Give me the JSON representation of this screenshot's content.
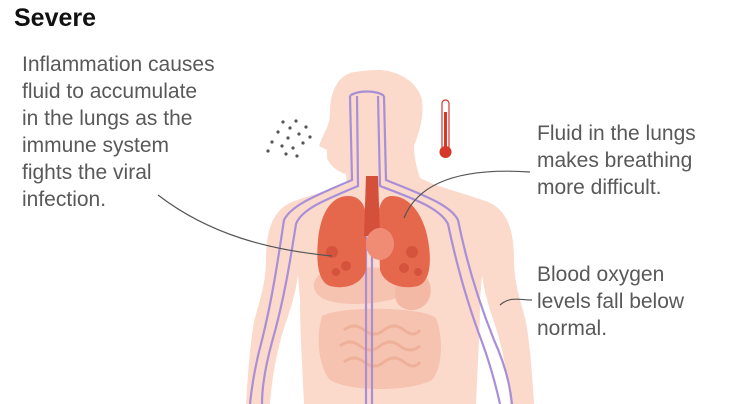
{
  "title": "Severe",
  "annotations": {
    "inflammation": {
      "lines": [
        "Inflammation causes",
        "fluid to accumulate",
        "in the lungs as the",
        "immune system",
        "fights the viral",
        "infection."
      ]
    },
    "fluid": {
      "lines": [
        "Fluid in the lungs",
        "makes breathing",
        "more difficult."
      ]
    },
    "oxygen": {
      "lines": [
        "Blood oxygen",
        "levels fall below",
        "normal."
      ]
    }
  },
  "colors": {
    "body_fill": "#fbd9cb",
    "organ_fill": "#f6c3b0",
    "lung_fill": "#e5674c",
    "lung_dark": "#d4503a",
    "vessel": "#a98fd8",
    "thermometer": "#d7372b",
    "leader_line": "#555555"
  }
}
